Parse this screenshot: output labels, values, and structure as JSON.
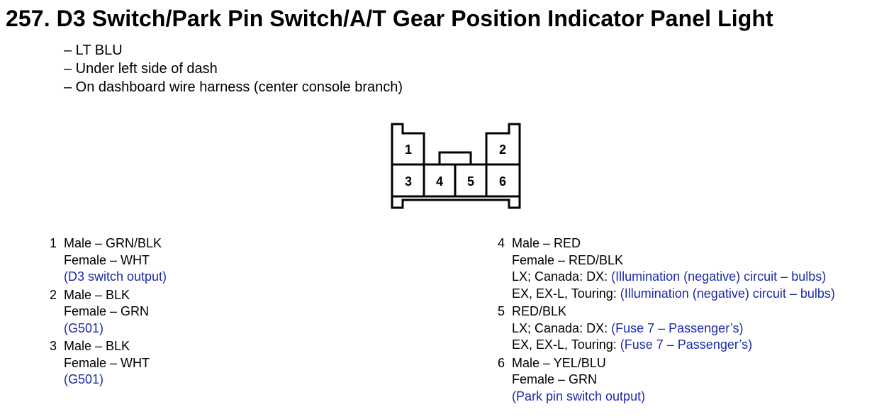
{
  "title": "257. D3 Switch/Park Pin Switch/A/T Gear Position Indicator Panel Light",
  "location": [
    "– LT BLU",
    "– Under left side of dash",
    "– On dashboard wire harness (center console branch)"
  ],
  "connector": {
    "pin1": "1",
    "pin2": "2",
    "pin3": "3",
    "pin4": "4",
    "pin5": "5",
    "pin6": "6"
  },
  "pins_left": [
    {
      "num": "1",
      "lines": [
        {
          "text": "Male – GRN/BLK"
        },
        {
          "text": "Female – WHT"
        },
        {
          "text": "",
          "note": "(D3 switch output)"
        }
      ]
    },
    {
      "num": "2",
      "lines": [
        {
          "text": "Male – BLK"
        },
        {
          "text": "Female – GRN"
        },
        {
          "text": "",
          "note": "(G501)"
        }
      ]
    },
    {
      "num": "3",
      "lines": [
        {
          "text": "Male – BLK"
        },
        {
          "text": "Female – WHT"
        },
        {
          "text": "",
          "note": "(G501)"
        }
      ]
    }
  ],
  "pins_right": [
    {
      "num": "4",
      "lines": [
        {
          "text": "Male – RED"
        },
        {
          "text": "Female – RED/BLK"
        },
        {
          "text": "LX; Canada: DX: ",
          "note": "(Illumination (negative) circuit – bulbs)"
        },
        {
          "text": "EX, EX-L, Touring: ",
          "note": "(Illumination (negative) circuit – bulbs)"
        }
      ]
    },
    {
      "num": "5",
      "lines": [
        {
          "text": "RED/BLK"
        },
        {
          "text": "LX; Canada: DX: ",
          "note": "(Fuse 7 – Passenger’s)"
        },
        {
          "text": "EX, EX-L, Touring: ",
          "note": "(Fuse 7 – Passenger’s)"
        }
      ]
    },
    {
      "num": "6",
      "lines": [
        {
          "text": "Male – YEL/BLU"
        },
        {
          "text": "Female – GRN"
        },
        {
          "text": "",
          "note": "(Park pin switch output)"
        }
      ]
    }
  ],
  "colors": {
    "note": "#1c2aa8",
    "text": "#000000"
  }
}
